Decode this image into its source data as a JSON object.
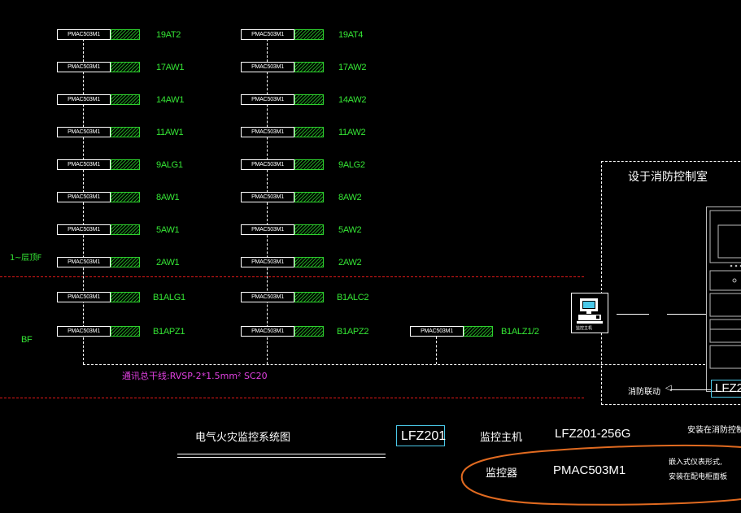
{
  "modules": {
    "col1": [
      {
        "model": "PMAC503M1",
        "label": "19AT2"
      },
      {
        "model": "PMAC503M1",
        "label": "17AW1"
      },
      {
        "model": "PMAC503M1",
        "label": "14AW1"
      },
      {
        "model": "PMAC503M1",
        "label": "11AW1"
      },
      {
        "model": "PMAC503M1",
        "label": "9ALG1"
      },
      {
        "model": "PMAC503M1",
        "label": "8AW1"
      },
      {
        "model": "PMAC503M1",
        "label": "5AW1"
      },
      {
        "model": "PMAC503M1",
        "label": "2AW1"
      },
      {
        "model": "PMAC503M1",
        "label": "B1ALG1"
      },
      {
        "model": "PMAC503M1",
        "label": "B1APZ1"
      }
    ],
    "col2": [
      {
        "model": "PMAC503M1",
        "label": "19AT4"
      },
      {
        "model": "PMAC503M1",
        "label": "17AW2"
      },
      {
        "model": "PMAC503M1",
        "label": "14AW2"
      },
      {
        "model": "PMAC503M1",
        "label": "11AW2"
      },
      {
        "model": "PMAC503M1",
        "label": "9ALG2"
      },
      {
        "model": "PMAC503M1",
        "label": "8AW2"
      },
      {
        "model": "PMAC503M1",
        "label": "5AW2"
      },
      {
        "model": "PMAC503M1",
        "label": "2AW2"
      },
      {
        "model": "PMAC503M1",
        "label": "B1ALC2"
      },
      {
        "model": "PMAC503M1",
        "label": "B1APZ2"
      }
    ],
    "col3": [
      {
        "model": "PMAC503M1",
        "label": "B1ALZ1/2"
      }
    ]
  },
  "floors": {
    "upper": "1~层顶F",
    "basement": "BF"
  },
  "bus_label": "通讯总干线:RVSP-2*1.5mm²   SC20",
  "room_label": "设于消防控制室",
  "pc_caption": "监控主机",
  "linkage_label": "消防联动",
  "host_tag": "LFZ2",
  "title": "电气火灾监控系统图",
  "legend": {
    "tag": "LFZ201",
    "row1": {
      "name": "监控主机",
      "model": "LFZ201-256G",
      "note": "安装在消防控制室"
    },
    "row2": {
      "name": "监控器",
      "model": "PMAC503M1",
      "note1": "嵌入式仪表形式,",
      "note2": "安装在配电柜面板"
    }
  },
  "colors": {
    "green": "#35e635",
    "red": "#e01818",
    "magenta": "#e040e0",
    "cyan": "#4ac8e8",
    "orange": "#e06a20",
    "white": "#ffffff"
  },
  "icons": [
    "computer-icon",
    "control-cabinet-icon"
  ]
}
